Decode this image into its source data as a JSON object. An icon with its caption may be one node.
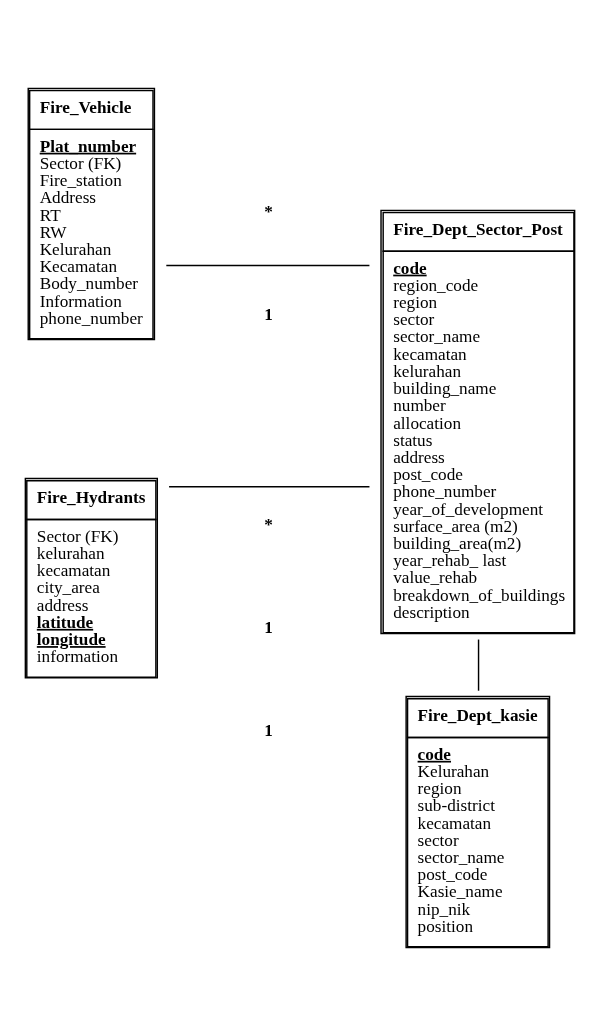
{
  "diagram": {
    "nodes": [
      {
        "text": [
          "Fire_Vehicle",
          "**Plat_number**",
          "Sector (FK)",
          "Fire_station",
          "Address",
          "RT",
          "RW",
          "Kelurahan",
          "Kecamatan",
          "Body_number",
          "Information",
          "phone_number"
        ]
      },
      {
        "text": [
          "Fire_Dept_Sector_Post",
          "**code**",
          "region_code",
          "region",
          "sector",
          "sector_name",
          "kecamatan",
          "kelurahan",
          "building_name",
          "number",
          "allocation",
          "status",
          "address",
          "post_code",
          "phone_number",
          "year_of_development",
          "surface_area (m2)",
          "building_area(m2)",
          "year_rehab_ last",
          "value_rehab",
          "breakdown_of_buildings",
          "description"
        ]
      },
      {
        "text": [
          "Fire_Hydrants",
          "Sector (FK)",
          "kelurahan",
          "kecamatan",
          "city_area",
          "address",
          "**latitude**",
          "**longitude**",
          "information"
        ]
      },
      {
        "text": [
          "Fire_Dept_kasie",
          "**code**",
          "Kelurahan",
          "region",
          "sub-district",
          "kecamatan",
          "sector",
          "sector_name",
          "post_code",
          "Kasie_name",
          "nip_nik",
          "position"
        ]
      }
    ],
    "edges": [
      {
        "from": 0,
        "to": 1,
        "arrow": "none"
      },
      {
        "from": 2,
        "to": 1,
        "arrow": "none"
      },
      {
        "from": 1,
        "to": 3,
        "arrow": "none"
      }
    ],
    "labels": [
      "*",
      "1",
      "*",
      "1",
      "1"
    ]
  }
}
